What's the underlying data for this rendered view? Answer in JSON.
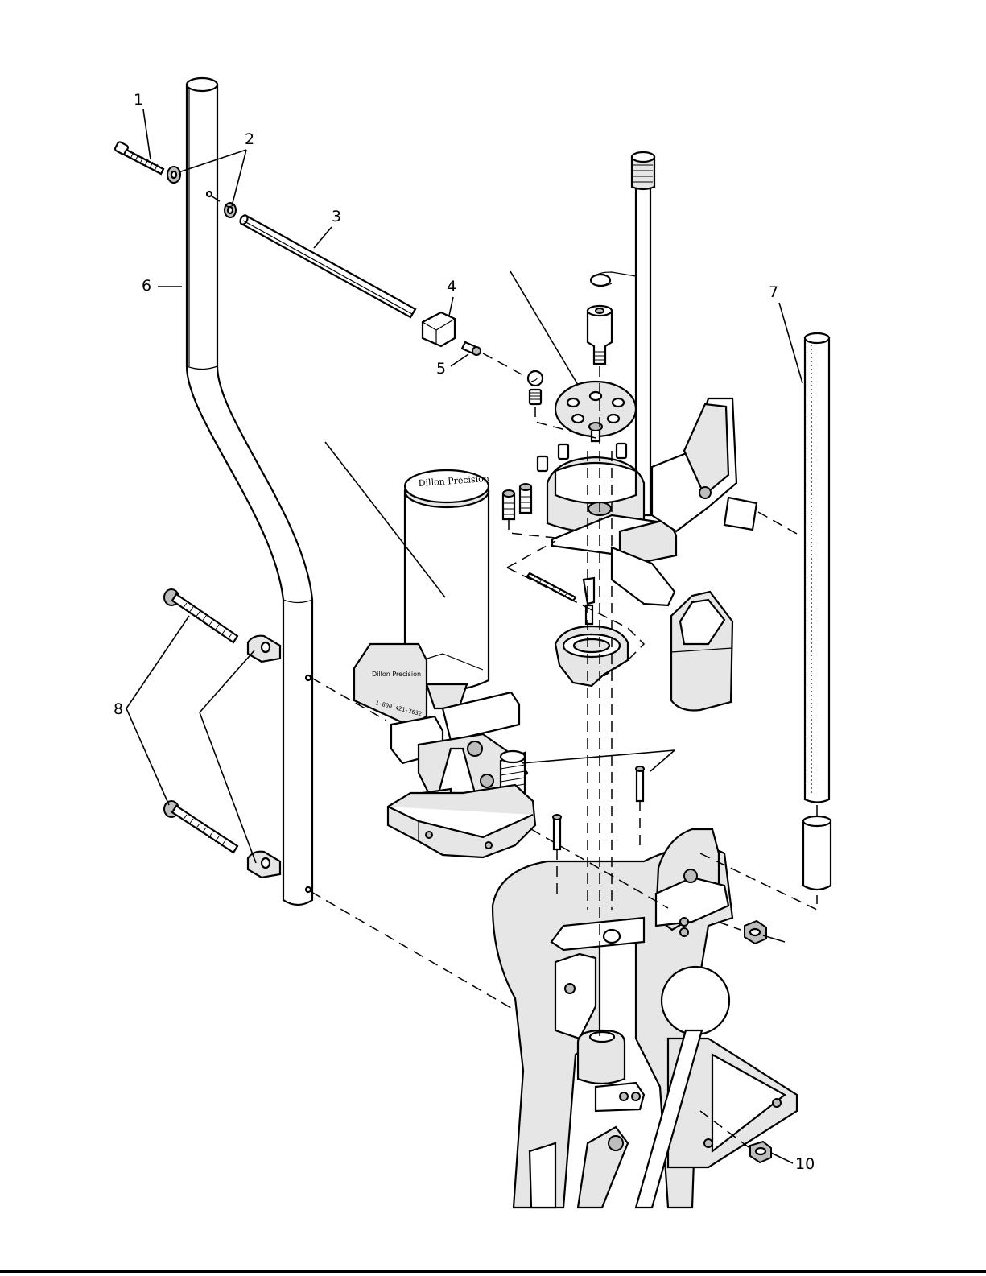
{
  "callouts": [
    {
      "label": "1"
    },
    {
      "label": "2"
    },
    {
      "label": "3"
    },
    {
      "label": "4"
    },
    {
      "label": "5"
    },
    {
      "label": "6"
    },
    {
      "label": "7"
    },
    {
      "label": "8"
    },
    {
      "label": "10"
    }
  ],
  "hopper_logo": {
    "text": "Dillon Precision"
  },
  "powder_measure_label": {
    "brand": "Dillon Precision",
    "phone": "1 800 421-7632"
  },
  "colors": {
    "line": "#000000",
    "background": "#ffffff",
    "shade": "#e6e6e6"
  }
}
